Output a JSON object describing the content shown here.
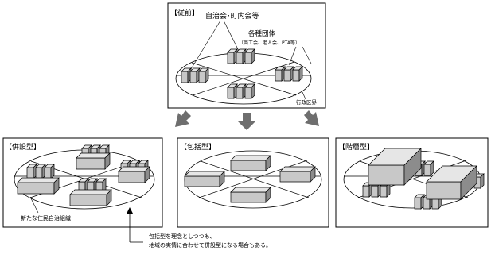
{
  "panels": {
    "top": {
      "title": "【従前】",
      "label_jichikai": "自治会･町内会等",
      "label_dantai": "各種団体",
      "label_dantai_sub": "（商工会、老人会、PTA等）",
      "label_gyosei": "行政区界"
    },
    "heisetsu": {
      "title": "【併設型】",
      "label_new_org": "新たな住民自治組織"
    },
    "hokatsu": {
      "title": "【包括型】"
    },
    "kaiso": {
      "title": "【階層型】"
    }
  },
  "note": {
    "line1": "包括型を理念としつつも、",
    "line2": "地域の実情に合わせて併設型になる場合もある。"
  },
  "colors": {
    "box_front": "#c8c8c8",
    "box_top": "#e4e4e4",
    "box_side": "#8c8c8c",
    "arrow": "#6e6e6e"
  }
}
